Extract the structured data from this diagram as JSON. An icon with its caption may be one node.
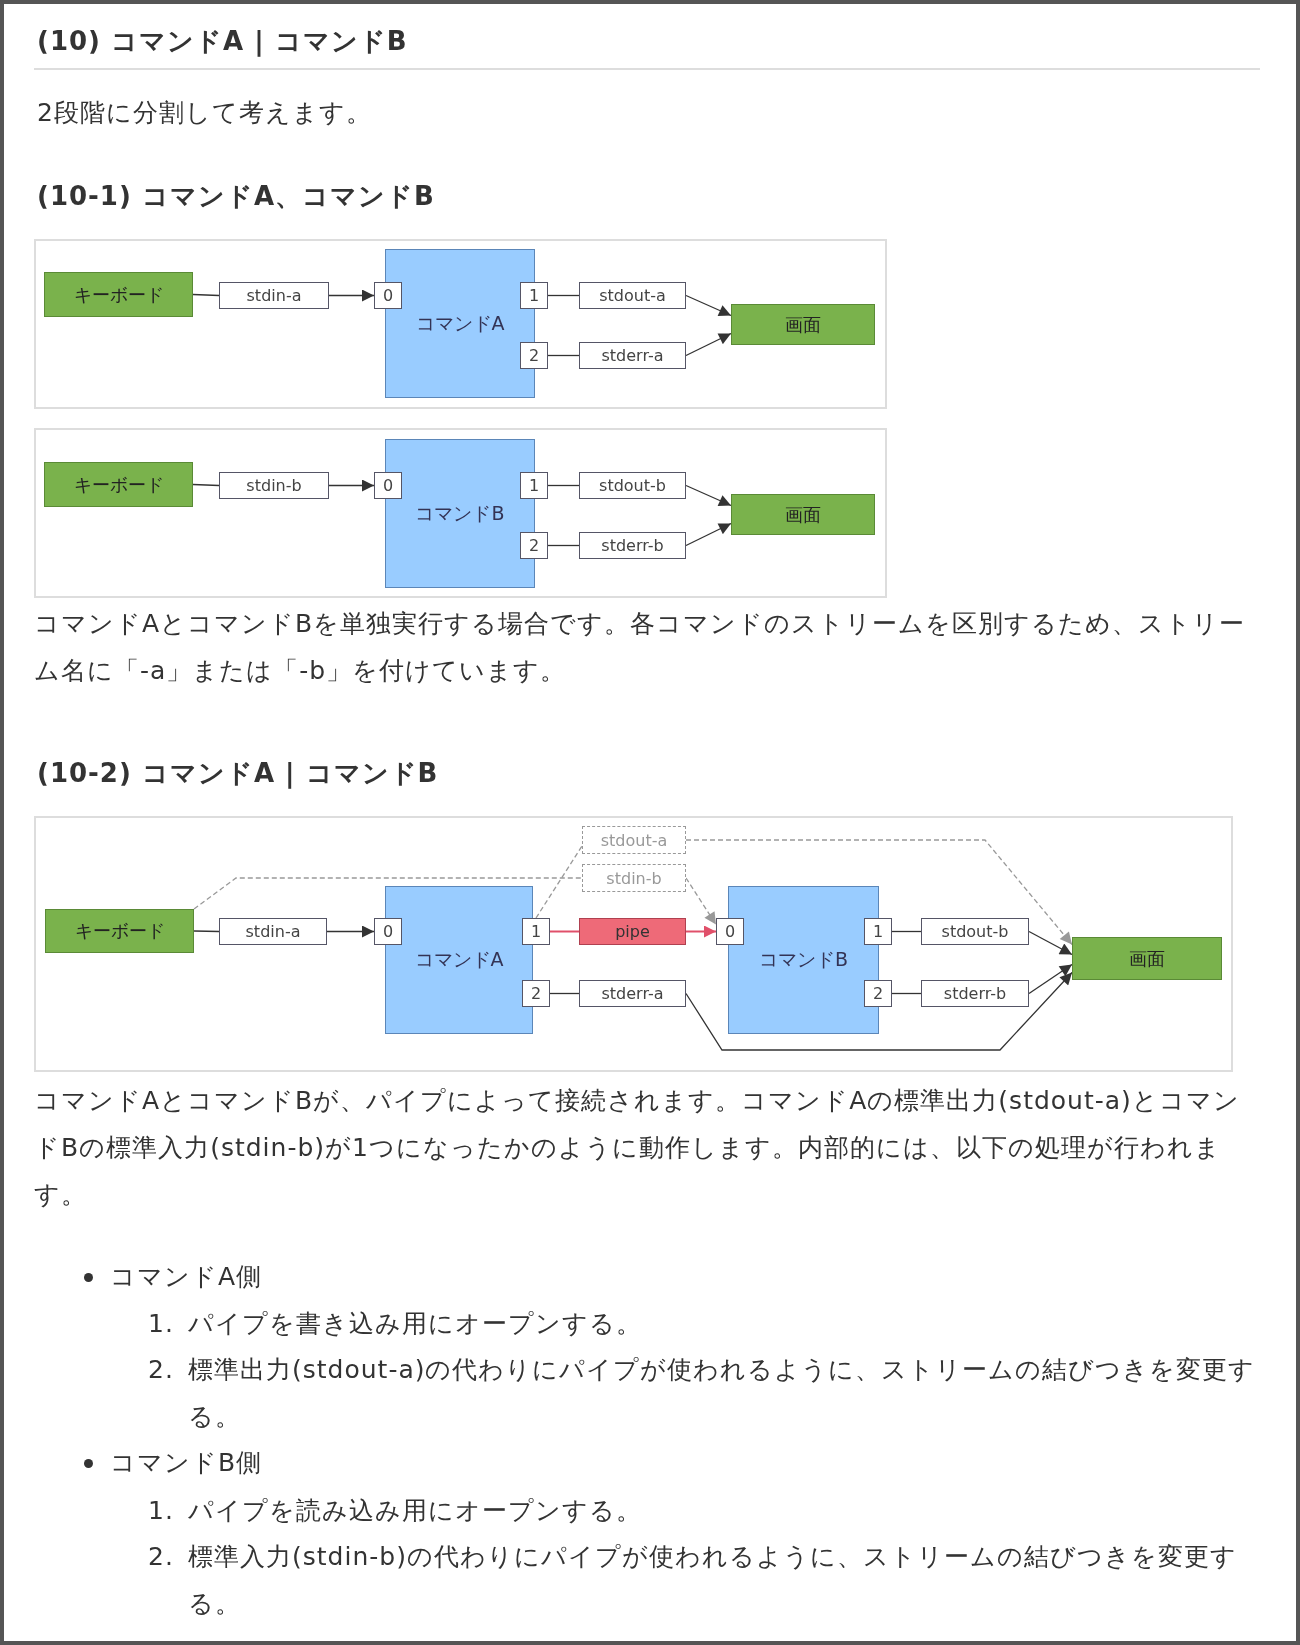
{
  "diagram": {
    "title": "(10) コマンドA | コマンドB",
    "nodes": [
      {
        "text": [
          "キーボード"
        ]
      },
      {
        "text": [
          "stdin-a"
        ]
      },
      {
        "text": [
          "コマンドA"
        ]
      },
      {
        "text": [
          "0"
        ]
      },
      {
        "text": [
          "1"
        ]
      },
      {
        "text": [
          "2"
        ]
      },
      {
        "text": [
          "stdout-a"
        ]
      },
      {
        "text": [
          "stderr-a"
        ]
      },
      {
        "text": [
          "画面"
        ]
      },
      {
        "text": [
          "キーボード"
        ]
      },
      {
        "text": [
          "stdin-b"
        ]
      },
      {
        "text": [
          "コマンドB"
        ]
      },
      {
        "text": [
          "0"
        ]
      },
      {
        "text": [
          "1"
        ]
      },
      {
        "text": [
          "2"
        ]
      },
      {
        "text": [
          "stdout-b"
        ]
      },
      {
        "text": [
          "stderr-b"
        ]
      },
      {
        "text": [
          "画面"
        ]
      },
      {
        "text": [
          "キーボード"
        ]
      },
      {
        "text": [
          "stdin-a"
        ]
      },
      {
        "text": [
          "コマンドA"
        ]
      },
      {
        "text": [
          "0"
        ]
      },
      {
        "text": [
          "1"
        ]
      },
      {
        "text": [
          "2"
        ]
      },
      {
        "text": [
          "stdout-a"
        ]
      },
      {
        "text": [
          "stdin-b"
        ]
      },
      {
        "text": [
          "pipe"
        ]
      },
      {
        "text": [
          "stderr-a"
        ]
      },
      {
        "text": [
          "コマンドB"
        ]
      },
      {
        "text": [
          "0"
        ]
      },
      {
        "text": [
          "1"
        ]
      },
      {
        "text": [
          "2"
        ]
      },
      {
        "text": [
          "stdout-b"
        ]
      },
      {
        "text": [
          "stderr-b"
        ]
      },
      {
        "text": [
          "画面"
        ]
      }
    ],
    "edges": [
      {
        "from": 0,
        "to": 1,
        "arrow": "none"
      },
      {
        "from": 1,
        "to": 3,
        "arrow": "to"
      },
      {
        "from": 4,
        "to": 6,
        "arrow": "none"
      },
      {
        "from": 6,
        "to": 8,
        "arrow": "to"
      },
      {
        "from": 5,
        "to": 7,
        "arrow": "none"
      },
      {
        "from": 7,
        "to": 8,
        "arrow": "to"
      },
      {
        "from": 9,
        "to": 10,
        "arrow": "none"
      },
      {
        "from": 10,
        "to": 12,
        "arrow": "to"
      },
      {
        "from": 13,
        "to": 15,
        "arrow": "none"
      },
      {
        "from": 15,
        "to": 17,
        "arrow": "to"
      },
      {
        "from": 14,
        "to": 16,
        "arrow": "none"
      },
      {
        "from": 16,
        "to": 17,
        "arrow": "to"
      },
      {
        "from": 18,
        "to": 19,
        "arrow": "none"
      },
      {
        "from": 19,
        "to": 21,
        "arrow": "to"
      },
      {
        "from": 22,
        "to": 26,
        "arrow": "none",
        "color": "#e0506a"
      },
      {
        "from": 26,
        "to": 29,
        "arrow": "to",
        "color": "#e0506a"
      },
      {
        "from": 22,
        "to": 24,
        "arrow": "none",
        "style": "dashed",
        "color": "#999999"
      },
      {
        "from": 24,
        "to": 34,
        "arrow": "to",
        "style": "dashed",
        "color": "#999999"
      },
      {
        "from": 18,
        "to": 25,
        "arrow": "none",
        "style": "dashed",
        "color": "#999999"
      },
      {
        "from": 25,
        "to": 29,
        "arrow": "to",
        "style": "dashed",
        "color": "#999999"
      },
      {
        "from": 23,
        "to": 27,
        "arrow": "none"
      },
      {
        "from": 27,
        "to": 34,
        "arrow": "to"
      },
      {
        "from": 30,
        "to": 32,
        "arrow": "none"
      },
      {
        "from": 32,
        "to": 34,
        "arrow": "to"
      },
      {
        "from": 31,
        "to": 33,
        "arrow": "none"
      },
      {
        "from": 33,
        "to": 34,
        "arrow": "to"
      }
    ],
    "labels": [
      "2段階に分割して考えます。",
      "(10-1) コマンドA、コマンドB",
      "コマンドAとコマンドBを単独実行する場合です。各コマンドのストリームを区別するため、ストリーム名に「-a」または「-b」を付けています。",
      "(10-2) コマンドA | コマンドB",
      "コマンドAとコマンドBが、パイプによって接続されます。コマンドAの標準出力(stdout-a)とコマンドBの標準入力(stdin-b)が1つになったかのように動作します。内部的には、以下の処理が行われます。",
      "コマンドA側",
      "1.",
      "パイプを書き込み用にオープンする。",
      "2.",
      "標準出力(stdout-a)の代わりにパイプが使われるように、ストリームの結びつきを変更する。",
      "コマンドB側",
      "1.",
      "パイプを読み込み用にオープンする。",
      "2.",
      "標準入力(stdin-b)の代わりにパイプが使われるように、ストリームの結びつきを変更する。"
    ]
  }
}
